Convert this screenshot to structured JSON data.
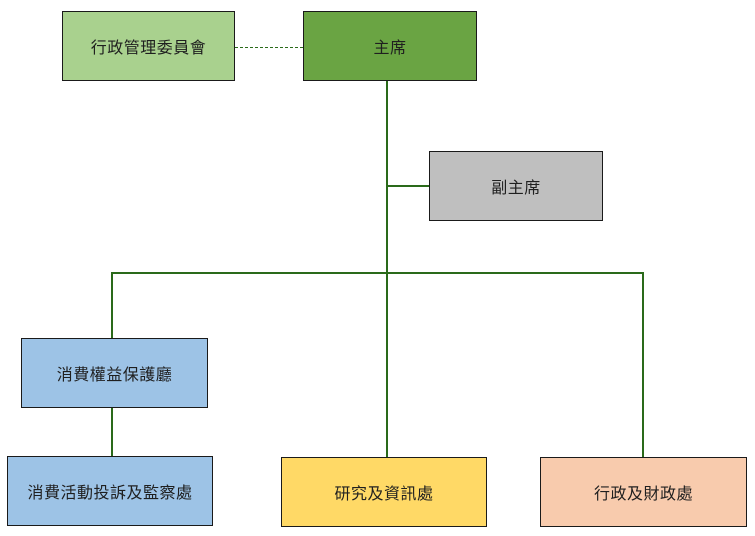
{
  "org_chart": {
    "colors": {
      "connector": "#2a6a1a",
      "border": "#1a1a1a"
    },
    "nodes": {
      "admin_committee": {
        "label": "行政管理委員會",
        "fill": "#a9d18e"
      },
      "chair": {
        "label": "主席",
        "fill": "#6aa443"
      },
      "vice_chair": {
        "label": "副主席",
        "fill": "#bfbfbf"
      },
      "consumer_rights": {
        "label": "消費權益保護廳",
        "fill": "#9dc3e6"
      },
      "complaints": {
        "label": "消費活動投訴及監察處",
        "fill": "#9dc3e6"
      },
      "research": {
        "label": "研究及資訊處",
        "fill": "#ffd966"
      },
      "finance": {
        "label": "行政及財政處",
        "fill": "#f8cbad"
      }
    },
    "edges": [
      {
        "from": "admin_committee",
        "to": "chair",
        "style": "dashed"
      },
      {
        "from": "chair",
        "to": "vice_chair",
        "style": "solid"
      },
      {
        "from": "chair",
        "to": "consumer_rights",
        "style": "solid"
      },
      {
        "from": "chair",
        "to": "research",
        "style": "solid"
      },
      {
        "from": "chair",
        "to": "finance",
        "style": "solid"
      },
      {
        "from": "consumer_rights",
        "to": "complaints",
        "style": "solid"
      }
    ]
  }
}
